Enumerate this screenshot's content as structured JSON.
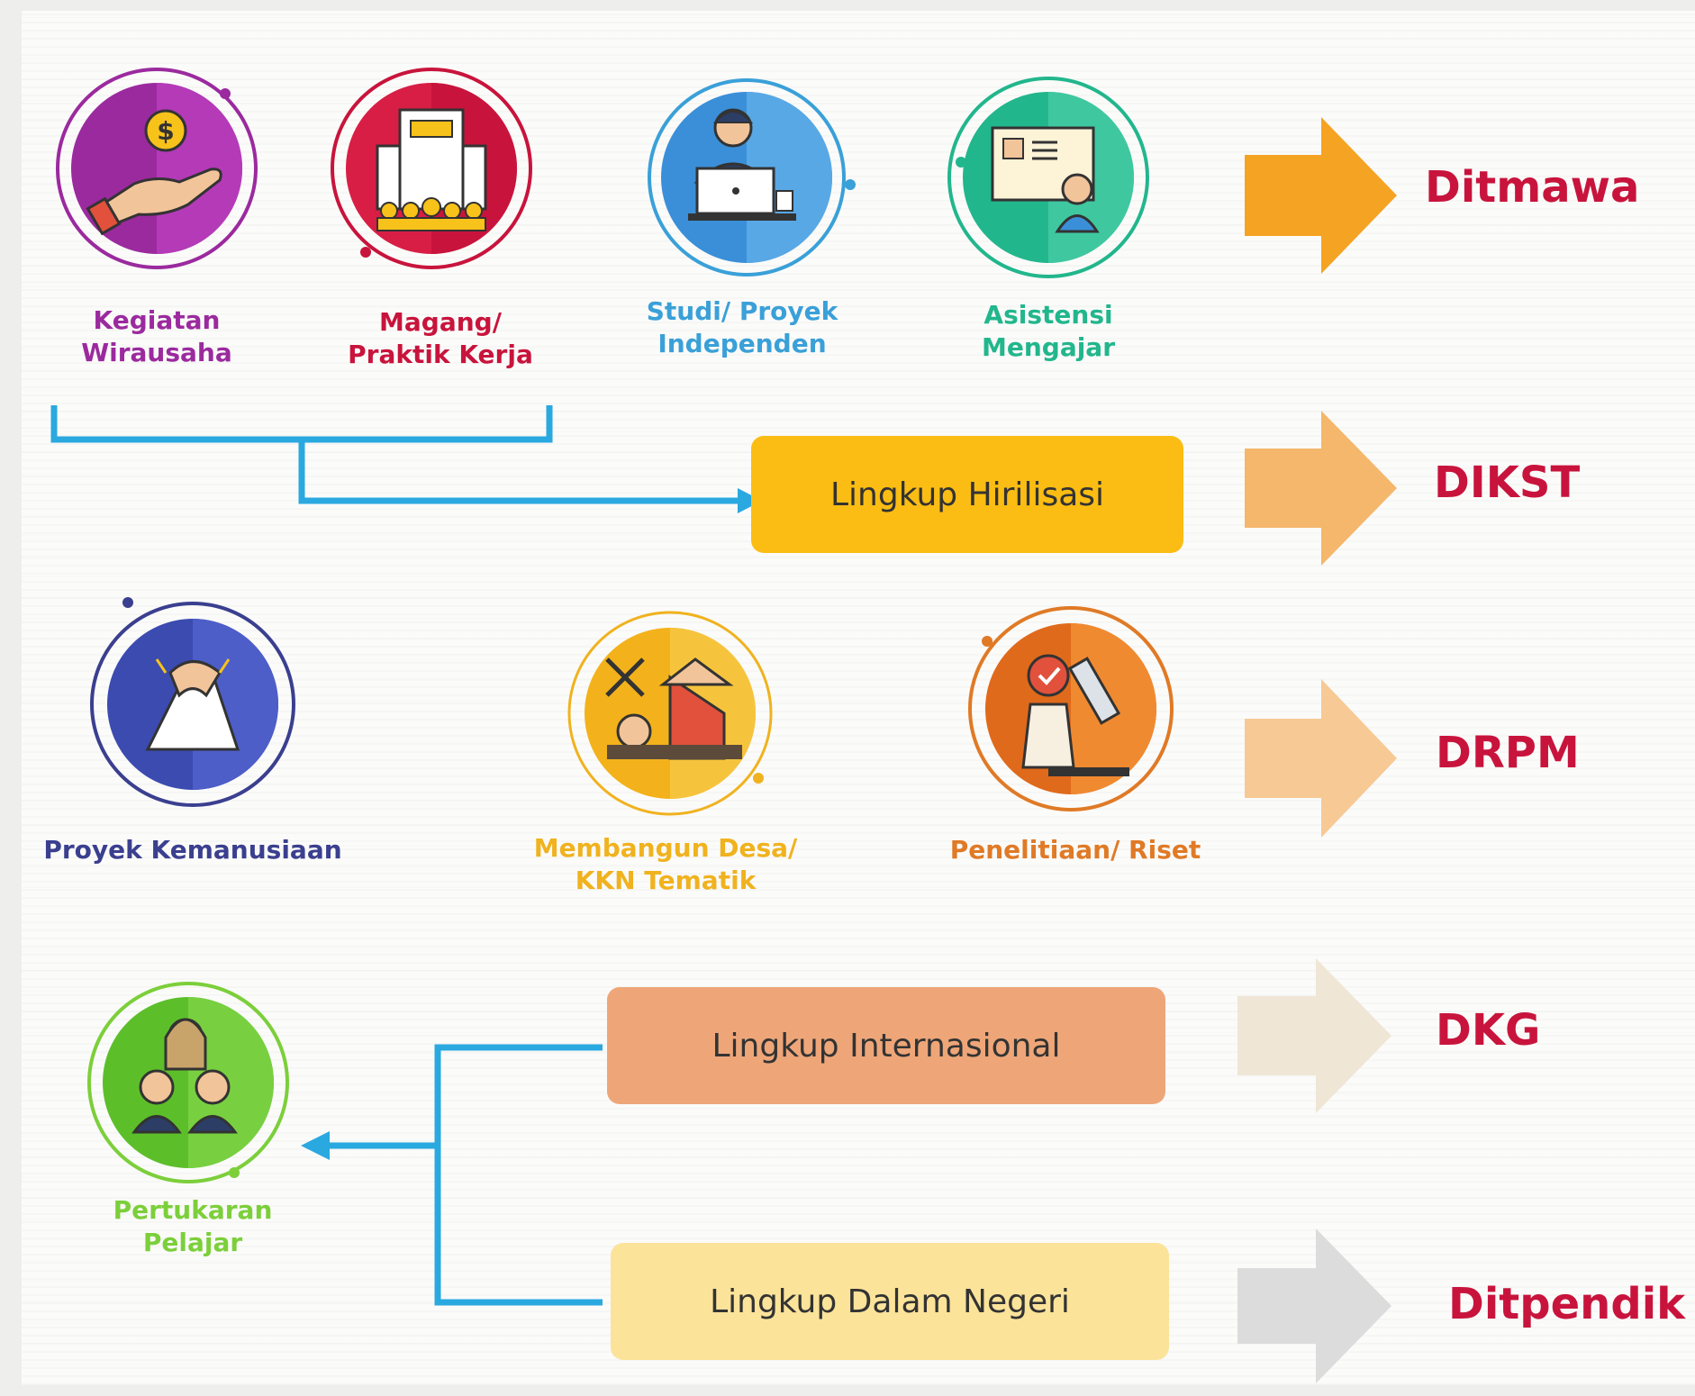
{
  "programs": {
    "kegiatan_wirausaha": {
      "label": "Kegiatan\nWirausaha",
      "color": "#9b2a9e",
      "icon": "hand-coin-icon"
    },
    "magang": {
      "label": "Magang/\nPraktik Kerja",
      "color": "#c8143c",
      "icon": "office-building-icon"
    },
    "studi_proyek": {
      "label": "Studi/ Proyek\nIndependen",
      "color": "#3aa0d8",
      "icon": "laptop-worker-icon"
    },
    "asistensi": {
      "label": "Asistensi\nMengajar",
      "color": "#22b68c",
      "icon": "teacher-board-icon"
    },
    "proyek_kemanusiaan": {
      "label": "Proyek Kemanusiaan",
      "color": "#3a3f8f",
      "icon": "handshake-icon"
    },
    "membangun_desa": {
      "label": "Membangun Desa/\nKKN Tematik",
      "color": "#f0b21e",
      "icon": "village-icon"
    },
    "penelitian": {
      "label": "Penelitiaan/ Riset",
      "color": "#e07a26",
      "icon": "microscope-icon"
    },
    "pertukaran": {
      "label": "Pertukaran\nPelajar",
      "color": "#7ccf3a",
      "icon": "students-icon"
    }
  },
  "scopes": {
    "hirilisasi": "Lingkup Hirilisasi",
    "internasional": "Lingkup Internasional",
    "dalam_negeri": "Lingkup Dalam Negeri"
  },
  "departments": {
    "ditmawa": "Ditmawa",
    "dikst": "DIKST",
    "drpm": "DRPM",
    "dkg": "DKG",
    "ditpendik": "Ditpendik"
  },
  "colors": {
    "connector": "#2aa8e0",
    "dept_text": "#c8143c",
    "arrow_ditmawa": "#f5a323",
    "arrow_dikst": "#f4b76b",
    "arrow_drpm": "#f7c994",
    "arrow_dkg": "#efe6d6",
    "arrow_ditpendik": "#dcdcdc",
    "box_hirilisasi": "#fbbd13",
    "box_internasional": "#eea678",
    "box_dalam_negeri": "#fbe39a"
  }
}
